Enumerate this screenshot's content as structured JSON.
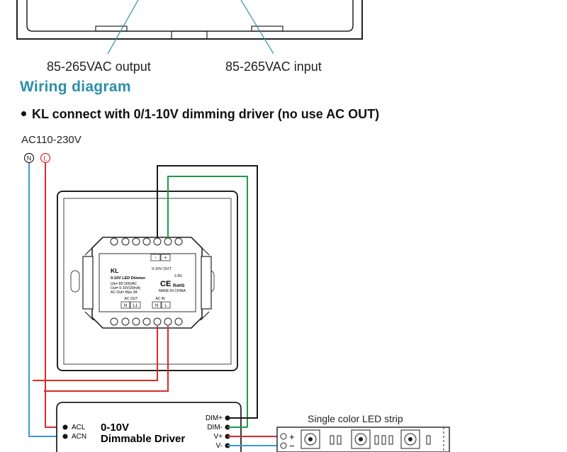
{
  "top_labels": {
    "output": "85-265VAC output",
    "input": "85-265VAC input"
  },
  "section_title": "Wiring diagram",
  "subtitle": "KL connect with 0/1-10V dimming driver (no use AC OUT)",
  "supply_label": "AC110-230V",
  "supply_terminals": {
    "neutral": "N",
    "live": "L"
  },
  "dimmer": {
    "model": "KL",
    "name": "0-10V LED Dimmer",
    "spec_lines": [
      "Uin= 85-265VAC",
      "Out= 0-10V(20mA)",
      "AC Out= Max 3A"
    ],
    "out_label": "0-10V OUT",
    "out_minus": "-",
    "out_plus": "+",
    "ce": "CE",
    "rohs": "RoHS",
    "made_in": "MADE IN CHINA",
    "rf": "2.4G",
    "ac_out_label": "AC OUT",
    "ac_out_terminals": [
      "N",
      "L1"
    ],
    "ac_in_label": "AC IN",
    "ac_in_terminals": [
      "N",
      "L"
    ]
  },
  "driver": {
    "title_line1": "0-10V",
    "title_line2": "Dimmable Driver",
    "left_terminals": [
      "ACL",
      "ACN"
    ],
    "right_terminals": [
      "DIM+",
      "DIM-",
      "V+",
      "V-"
    ]
  },
  "led_strip": {
    "label": "Single color LED strip",
    "plus": "+",
    "minus": "−"
  },
  "colors": {
    "neutral_wire": "#3a9ad9",
    "live_wire": "#d62b2b",
    "dim_plus_wire": "#1a1a1a",
    "dim_minus_wire": "#1e9a4a",
    "title_accent": "#2b8fa8"
  }
}
